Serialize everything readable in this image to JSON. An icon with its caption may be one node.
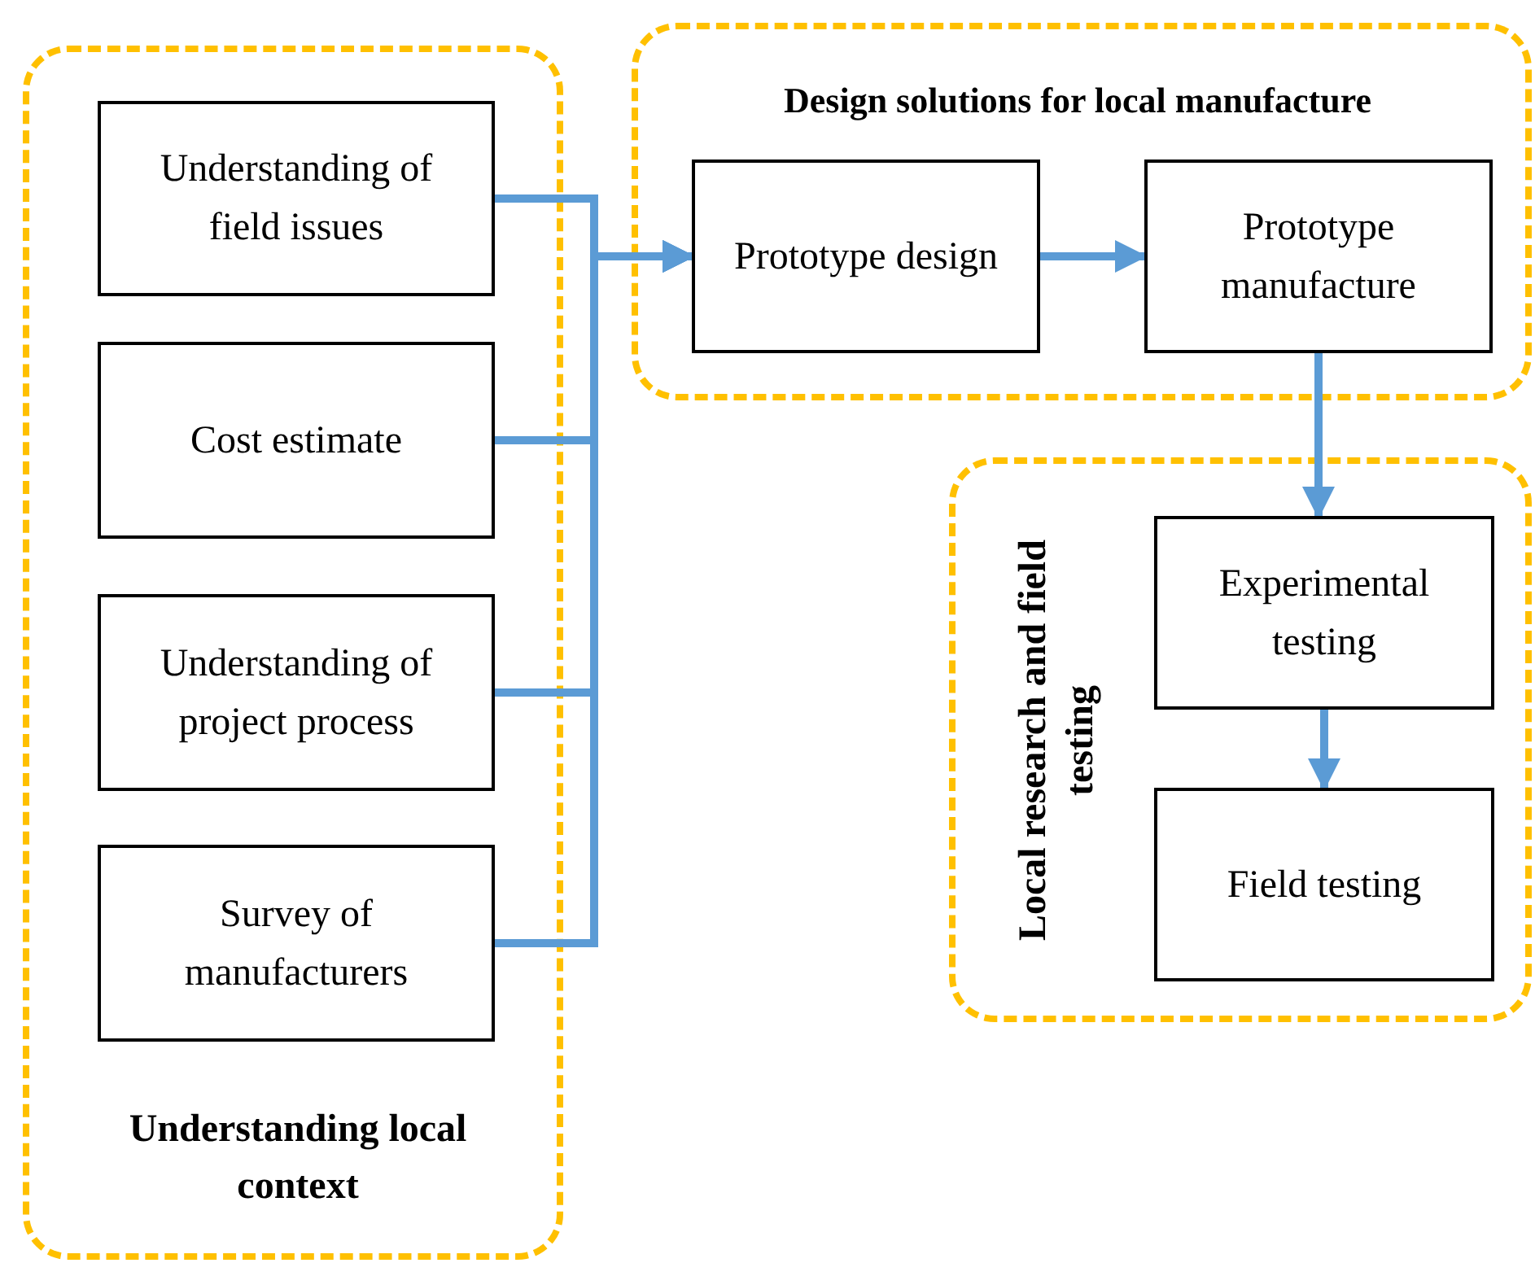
{
  "diagram": {
    "nodes": [
      {
        "text": [
          "Understanding local context"
        ]
      },
      {
        "text": [
          "Understanding of field issues"
        ],
        "in": 0
      },
      {
        "text": [
          "Cost estimate"
        ],
        "in": 0
      },
      {
        "text": [
          "Understanding of project process"
        ],
        "in": 0
      },
      {
        "text": [
          "Survey of manufacturers"
        ],
        "in": 0
      },
      {
        "text": [
          "Design solutions for local manufacture"
        ]
      },
      {
        "text": [
          "Prototype design"
        ],
        "in": 5
      },
      {
        "text": [
          "Prototype manufacture"
        ],
        "in": 5
      },
      {
        "text": [
          "Local research and field testing"
        ]
      },
      {
        "text": [
          "Experimental testing"
        ],
        "in": 8
      },
      {
        "text": [
          "Field testing"
        ],
        "in": 8
      }
    ],
    "edges": [
      {
        "from": 1,
        "to": 6,
        "arrow": "to"
      },
      {
        "from": 2,
        "to": 6,
        "arrow": "to"
      },
      {
        "from": 3,
        "to": 6,
        "arrow": "to"
      },
      {
        "from": 4,
        "to": 6,
        "arrow": "to"
      },
      {
        "from": 6,
        "to": 7,
        "arrow": "to"
      },
      {
        "from": 7,
        "to": 9,
        "arrow": "to"
      },
      {
        "from": 9,
        "to": 10,
        "arrow": "to"
      }
    ]
  }
}
